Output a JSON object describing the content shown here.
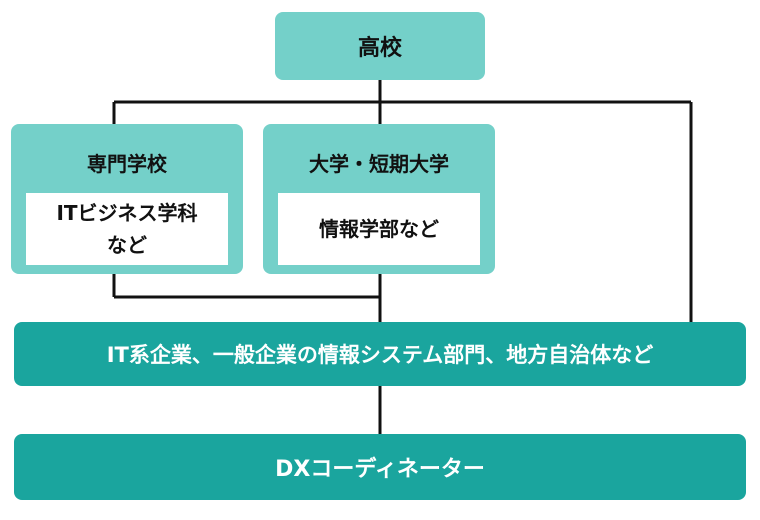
{
  "colors": {
    "light_teal": "#74d0c9",
    "dark_teal": "#1aa59e",
    "line": "#111111",
    "inner_bg": "#ffffff"
  },
  "nodes": {
    "high_school": "高校",
    "vocational_school": {
      "title": "専門学校",
      "dept": "ITビジネス学科\nなど"
    },
    "university": {
      "title": "大学・短期大学",
      "dept": "情報学部など"
    },
    "employers": "IT系企業、一般企業の情報システム部門、地方自治体など",
    "dx_coordinator": "DXコーディネーター"
  }
}
